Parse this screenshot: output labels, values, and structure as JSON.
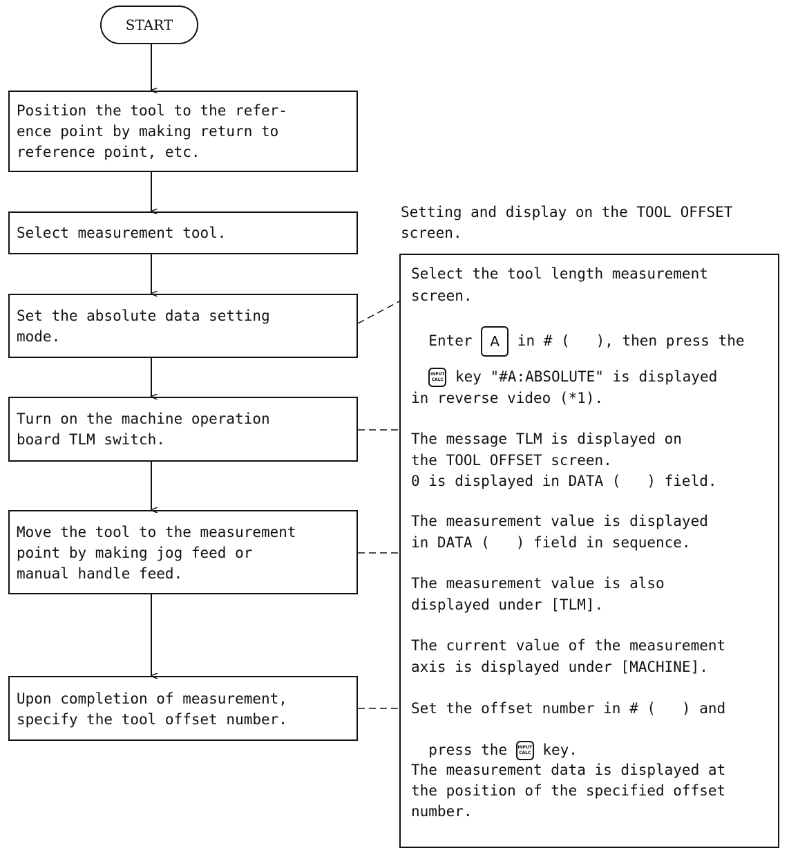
{
  "start": {
    "label": "START"
  },
  "steps": [
    {
      "lines": [
        "Position the tool to the refer-",
        "ence point by making return to",
        "reference point, etc."
      ]
    },
    {
      "lines": [
        "Select measurement tool."
      ]
    },
    {
      "lines": [
        "Set the absolute data setting",
        "mode."
      ]
    },
    {
      "lines": [
        "Turn on the machine operation",
        "board TLM switch."
      ]
    },
    {
      "lines": [
        "Move the tool to the measurement",
        "point by making jog feed or",
        "manual handle feed."
      ]
    },
    {
      "lines": [
        "Upon completion of measurement,",
        "specify the tool offset number."
      ]
    }
  ],
  "panel_caption": {
    "lines": [
      "Setting and display on the TOOL OFFSET",
      "screen."
    ]
  },
  "keys": {
    "a_key": "A",
    "input_key_top": "INPUT",
    "input_key_bottom": "CALC"
  },
  "panel": {
    "p1": {
      "line1": "Select the tool length measurement",
      "line2": "screen.",
      "enter_pre": "Enter ",
      "enter_post": " in # (   ), then press the",
      "key_post": " key \"#A:ABSOLUTE\" is displayed",
      "line5": "in reverse video (*1)."
    },
    "p2": {
      "lines": [
        "The message TLM is displayed on",
        "the TOOL OFFSET screen.",
        "0 is displayed in DATA (   ) field."
      ]
    },
    "p3": {
      "lines": [
        "The measurement value is displayed",
        "in DATA (   ) field in sequence."
      ]
    },
    "p4": {
      "lines": [
        "The measurement value is also",
        "displayed under [TLM]."
      ]
    },
    "p5": {
      "lines": [
        "The current value of the measurement",
        "axis is displayed under [MACHINE]."
      ]
    },
    "p6": {
      "line1": "Set the offset number in # (   ) and",
      "press_pre": "press the ",
      "press_post": " key."
    },
    "p7": {
      "lines": [
        "The measurement data is displayed at",
        "the position of the specified offset",
        "number."
      ]
    }
  }
}
